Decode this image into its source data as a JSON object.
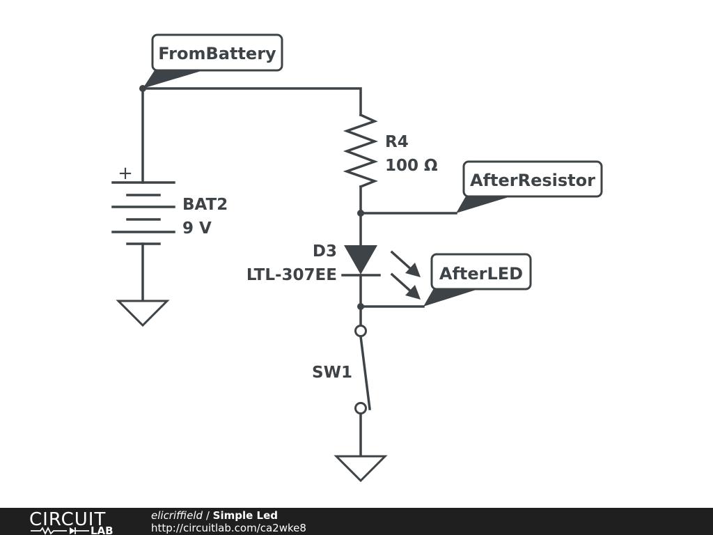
{
  "nets": {
    "from_battery": "FromBattery",
    "after_resistor": "AfterResistor",
    "after_led": "AfterLED"
  },
  "components": {
    "resistor": {
      "ref": "R4",
      "value": "100 Ω"
    },
    "battery": {
      "ref": "BAT2",
      "value": "9 V",
      "polarity": "+"
    },
    "led": {
      "ref": "D3",
      "part": "LTL-307EE"
    },
    "switch": {
      "ref": "SW1"
    }
  },
  "footer": {
    "logo_top": "CIRCUIT",
    "logo_bottom": "LAB",
    "user": "elicriffield",
    "separator": " / ",
    "title": "Simple Led",
    "url": "http://circuitlab.com/ca2wke8"
  },
  "colors": {
    "ink": "#3d4346",
    "footer_bg": "#1f1f1f"
  }
}
